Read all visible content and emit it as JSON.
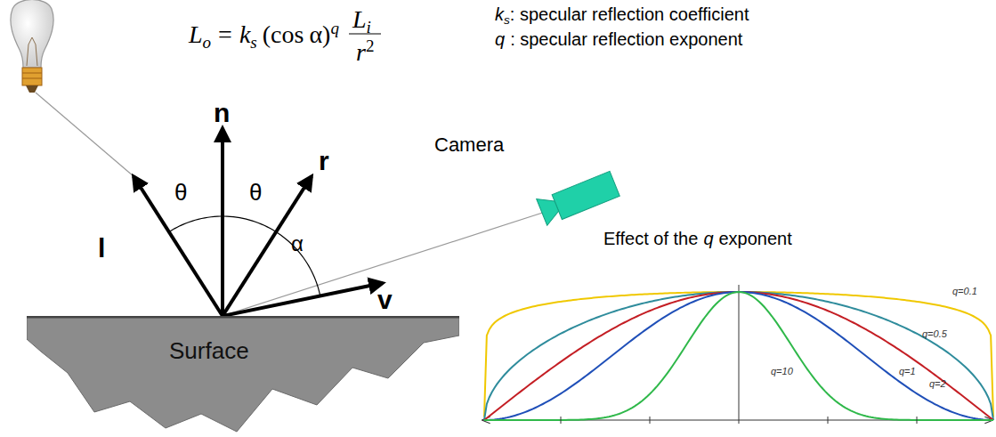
{
  "diagram": {
    "nodes": [
      {
        "text": [
          "Surface"
        ]
      }
    ],
    "labels": [
      "L",
      "o",
      "=",
      "k",
      "s",
      "(cos",
      "α)",
      "q",
      "L",
      "i",
      "r",
      "2",
      "k",
      "s",
      ": specular reflection coefficient",
      "q",
      ": specular reflection exponent",
      "n",
      "r",
      "l",
      "v",
      "θ",
      "θ",
      "α",
      "Camera",
      "Effect of the",
      "q",
      "exponent",
      "q=0.1",
      "q=0.5",
      "q=1",
      "q=2",
      "q=10"
    ]
  }
}
